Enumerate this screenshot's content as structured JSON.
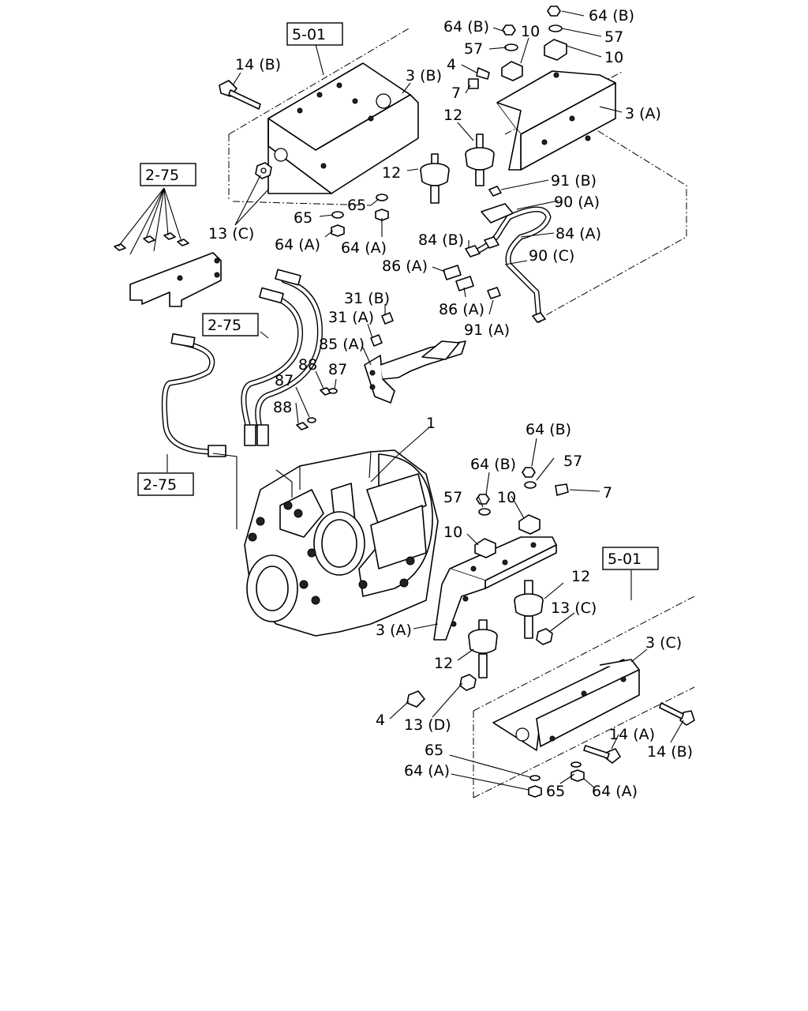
{
  "callouts": [
    {
      "id": "c1",
      "text": "5-01"
    },
    {
      "id": "c2",
      "text": "14 (B)"
    },
    {
      "id": "c3",
      "text": "3 (B)"
    },
    {
      "id": "c4",
      "text": "64 (B)"
    },
    {
      "id": "c5",
      "text": "10"
    },
    {
      "id": "c6",
      "text": "64 (B)"
    },
    {
      "id": "c7",
      "text": "57"
    },
    {
      "id": "c8",
      "text": "57"
    },
    {
      "id": "c9",
      "text": "10"
    },
    {
      "id": "c10",
      "text": "4"
    },
    {
      "id": "c11",
      "text": "7"
    },
    {
      "id": "c12",
      "text": "3 (A)"
    },
    {
      "id": "c13",
      "text": "12"
    },
    {
      "id": "c14",
      "text": "12"
    },
    {
      "id": "c15",
      "text": "2-75"
    },
    {
      "id": "c16",
      "text": "91 (B)"
    },
    {
      "id": "c17",
      "text": "90 (A)"
    },
    {
      "id": "c18",
      "text": "65"
    },
    {
      "id": "c19",
      "text": "65"
    },
    {
      "id": "c20",
      "text": "13 (C)"
    },
    {
      "id": "c21",
      "text": "84 (A)"
    },
    {
      "id": "c22",
      "text": "84 (B)"
    },
    {
      "id": "c23",
      "text": "64 (A)"
    },
    {
      "id": "c24",
      "text": "64 (A)"
    },
    {
      "id": "c25",
      "text": "86 (A)"
    },
    {
      "id": "c26",
      "text": "90 (C)"
    },
    {
      "id": "c27",
      "text": "31 (B)"
    },
    {
      "id": "c28",
      "text": "86 (A)"
    },
    {
      "id": "c29",
      "text": "2-75"
    },
    {
      "id": "c30",
      "text": "31 (A)"
    },
    {
      "id": "c31",
      "text": "91 (A)"
    },
    {
      "id": "c32",
      "text": "85 (A)"
    },
    {
      "id": "c33",
      "text": "88"
    },
    {
      "id": "c34",
      "text": "87"
    },
    {
      "id": "c35",
      "text": "87"
    },
    {
      "id": "c36",
      "text": "88"
    },
    {
      "id": "c37",
      "text": "1"
    },
    {
      "id": "c38",
      "text": "64 (B)"
    },
    {
      "id": "c39",
      "text": "2-75"
    },
    {
      "id": "c40",
      "text": "64 (B)"
    },
    {
      "id": "c41",
      "text": "57"
    },
    {
      "id": "c42",
      "text": "57"
    },
    {
      "id": "c43",
      "text": "10"
    },
    {
      "id": "c44",
      "text": "7"
    },
    {
      "id": "c45",
      "text": "10"
    },
    {
      "id": "c46",
      "text": "5-01"
    },
    {
      "id": "c47",
      "text": "12"
    },
    {
      "id": "c48",
      "text": "13 (C)"
    },
    {
      "id": "c49",
      "text": "3 (A)"
    },
    {
      "id": "c50",
      "text": "3 (C)"
    },
    {
      "id": "c51",
      "text": "12"
    },
    {
      "id": "c52",
      "text": "4"
    },
    {
      "id": "c53",
      "text": "13 (D)"
    },
    {
      "id": "c54",
      "text": "14 (A)"
    },
    {
      "id": "c55",
      "text": "14 (B)"
    },
    {
      "id": "c56",
      "text": "65"
    },
    {
      "id": "c57",
      "text": "64 (A)"
    },
    {
      "id": "c58",
      "text": "65"
    },
    {
      "id": "c59",
      "text": "64 (A)"
    }
  ]
}
